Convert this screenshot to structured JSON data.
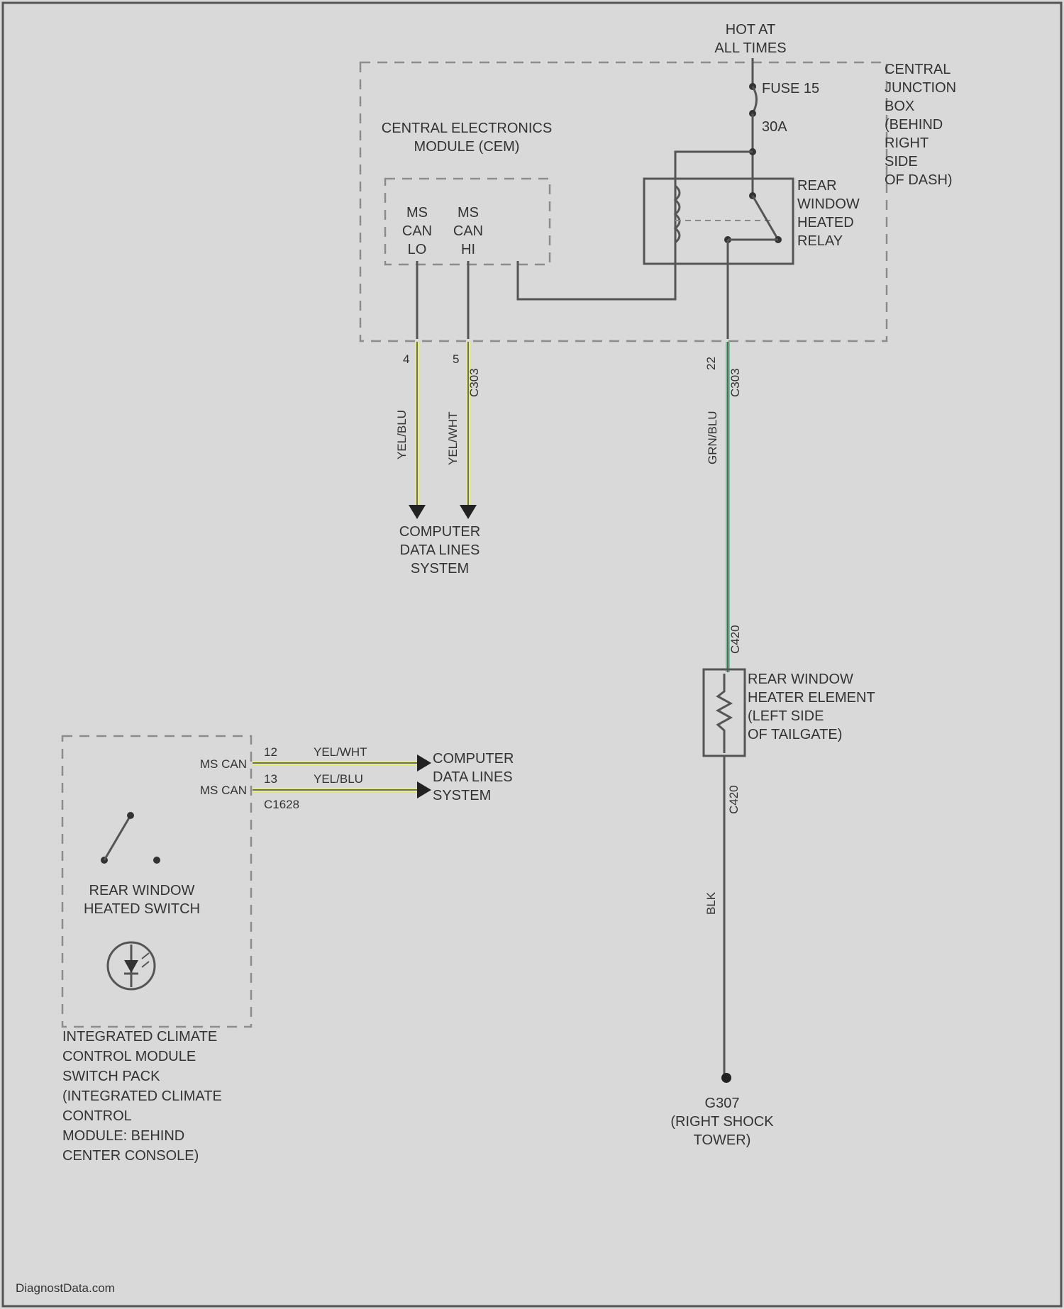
{
  "power": {
    "label_line1": "HOT AT",
    "label_line2": "ALL TIMES"
  },
  "fuse": {
    "name": "FUSE 15",
    "rating": "30A"
  },
  "cjb": {
    "lines": [
      "CENTRAL",
      "JUNCTION",
      "BOX",
      "(BEHIND",
      "RIGHT",
      "SIDE",
      "OF DASH)"
    ]
  },
  "cem": {
    "lines": [
      "CENTRAL ELECTRONICS",
      "MODULE (CEM)"
    ],
    "pin_lo": [
      "MS",
      "CAN",
      "LO"
    ],
    "pin_hi": [
      "MS",
      "CAN",
      "HI"
    ]
  },
  "relay": {
    "lines": [
      "REAR",
      "WINDOW",
      "HEATED",
      "RELAY"
    ]
  },
  "wires": {
    "can_lo_color": "YEL/BLU",
    "can_hi_color": "YEL/WHT",
    "can_hi_connector": "C303",
    "pin_lo": "4",
    "pin_hi": "5",
    "heater_feed_color": "GRN/BLU",
    "heater_feed_pin": "22",
    "heater_feed_connector": "C303",
    "heater_in_connector": "C420",
    "heater_out_connector": "C420",
    "ground_color": "BLK"
  },
  "computer_data_top": [
    "COMPUTER",
    "DATA LINES",
    "SYSTEM"
  ],
  "heater": {
    "lines": [
      "REAR WINDOW",
      "HEATER ELEMENT",
      "(LEFT SIDE",
      "OF TAILGATE)"
    ]
  },
  "ground": {
    "lines": [
      "G307",
      "(RIGHT SHOCK",
      "TOWER)"
    ]
  },
  "icc": {
    "pin_hi_label": "MS CAN",
    "pin_lo_label": "MS CAN",
    "pin_hi_num": "12",
    "pin_lo_num": "13",
    "connector": "C1628",
    "wire_hi_color": "YEL/WHT",
    "wire_lo_color": "YEL/BLU",
    "switch_lines": [
      "REAR WINDOW",
      "HEATED SWITCH"
    ],
    "module_lines": [
      "INTEGRATED CLIMATE",
      "CONTROL MODULE",
      "SWITCH PACK",
      "(INTEGRATED CLIMATE",
      "CONTROL",
      "MODULE: BEHIND",
      "CENTER CONSOLE)"
    ]
  },
  "computer_data_bottom": [
    "COMPUTER",
    "DATA LINES",
    "SYSTEM"
  ],
  "watermark": "DiagnostData.com",
  "colors": {
    "background": "#d9d9d9",
    "wire": "#555555",
    "yellow_wire": "#e8ee7a",
    "green_wire": "#79c29a",
    "dashed": "#8c8c8c"
  }
}
